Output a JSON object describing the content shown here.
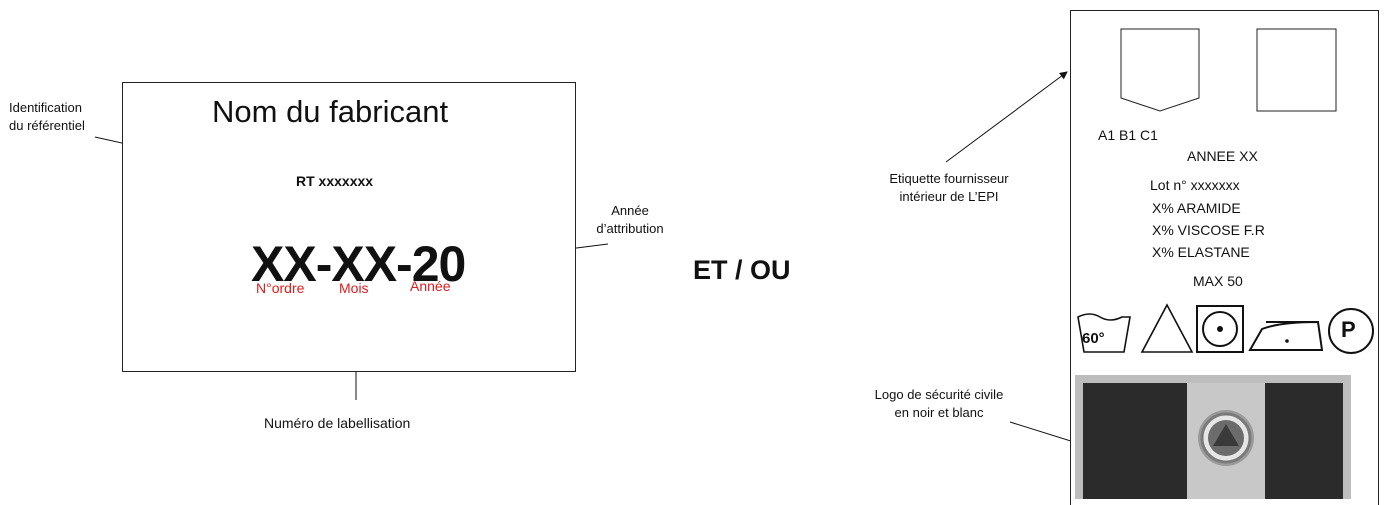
{
  "left_label": {
    "manufacturer_name": "Nom du fabricant",
    "rt_code": "RT xxxxxxx",
    "label_number": "XX-XX-20",
    "part_order": "N°ordre",
    "part_month": "Mois",
    "part_year": "Année"
  },
  "annotations": {
    "ref_id_line1": "Identification",
    "ref_id_line2": "du référentiel",
    "year_line1": "Année",
    "year_line2": "d’attribution",
    "label_number_caption": "Numéro de labellisation",
    "supplier_line1": "Etiquette fournisseur",
    "supplier_line2": "intérieur de L’EPI",
    "logo_line1": "Logo de sécurité civile",
    "logo_line2": "en noir et blanc"
  },
  "connector": "ET / OU",
  "right_label": {
    "size_codes": "A1 B1 C1",
    "year": "ANNEE XX",
    "lot": "Lot n° xxxxxxx",
    "composition": [
      "X% ARAMIDE",
      "X% VISCOSE F.R",
      "X% ELASTANE"
    ],
    "max_wash": "MAX 50",
    "wash_temp": "60°",
    "dry_clean_letter": "P"
  },
  "colors": {
    "accent_red": "#e21b1b",
    "logo_dark": "#2b2b2b",
    "logo_mid": "#c8c8c8"
  },
  "icons": [
    "washtub-60-icon",
    "bleach-triangle-icon",
    "tumble-dry-icon",
    "iron-icon",
    "dry-clean-p-icon"
  ]
}
